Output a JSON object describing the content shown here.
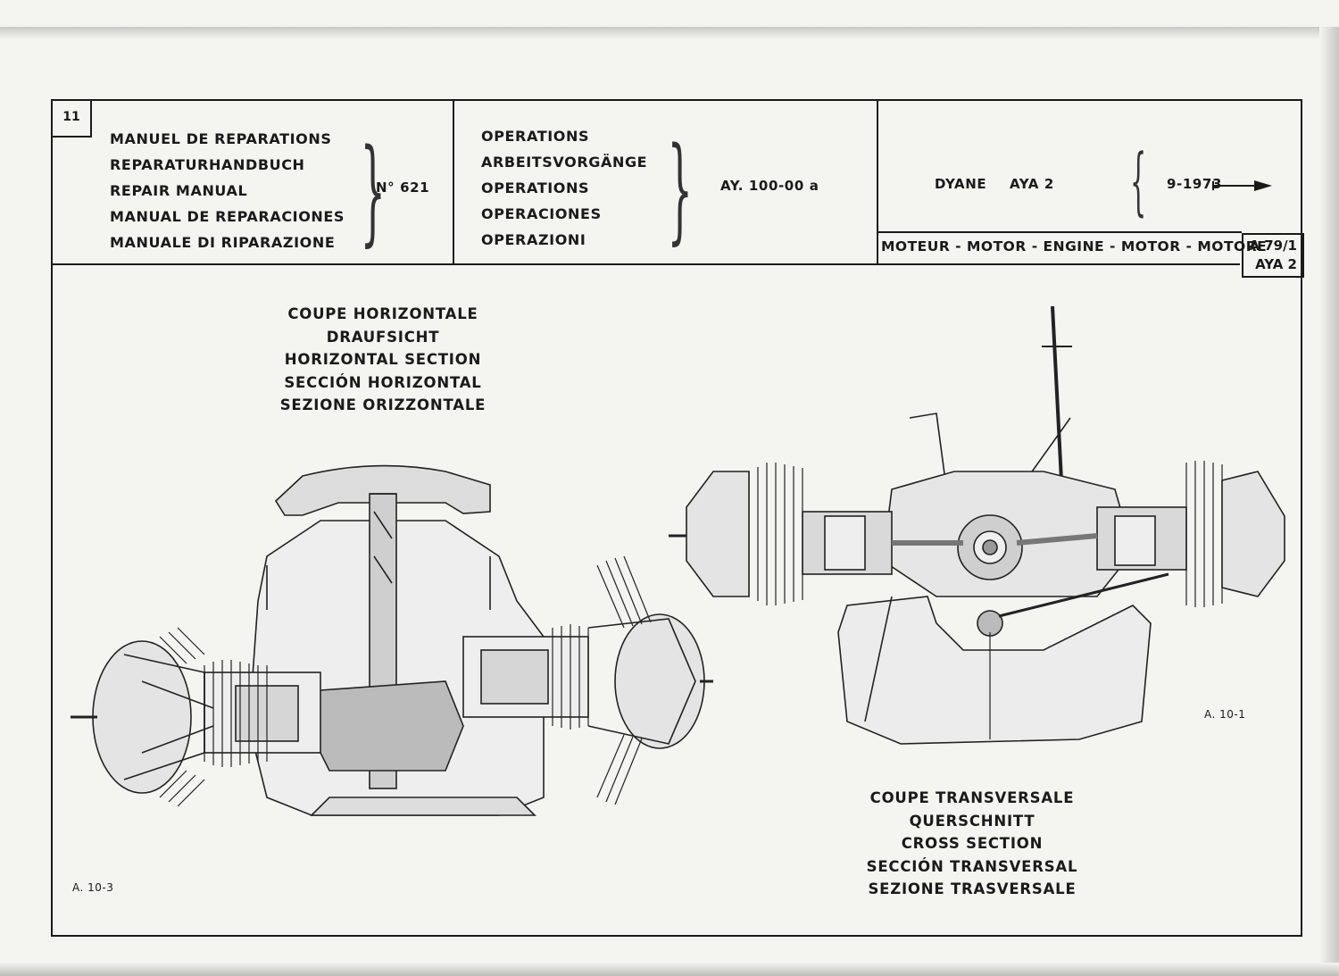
{
  "header": {
    "page_number": "11",
    "manual_titles": [
      "MANUEL DE REPARATIONS",
      "REPARATURHANDBUCH",
      "REPAIR MANUAL",
      "MANUAL DE REPARACIONES",
      "MANUALE DI RIPARAZIONE"
    ],
    "manual_number": "N° 621",
    "operations_titles": [
      "OPERATIONS",
      "ARBEITSVORGÄNGE",
      "OPERATIONS",
      "OPERACIONES",
      "OPERAZIONI"
    ],
    "operation_code": "AY. 100-00 a",
    "model": "DYANE",
    "engine_type": "AYA 2",
    "date_from": "9-1973",
    "section_title": "MOTEUR - MOTOR - ENGINE - MOTOR - MOTORE",
    "reference": "A 79/1",
    "reference_sub": "AYA 2"
  },
  "figures": {
    "horizontal": {
      "caption": [
        "COUPE HORIZONTALE",
        "DRAUFSICHT",
        "HORIZONTAL SECTION",
        "SECCIÓN HORIZONTAL",
        "SEZIONE ORIZZONTALE"
      ],
      "label": "A. 10-3"
    },
    "transverse": {
      "caption": [
        "COUPE TRANSVERSALE",
        "QUERSCHNITT",
        "CROSS SECTION",
        "SECCIÓN TRANSVERSAL",
        "SEZIONE TRASVERSALE"
      ],
      "label": "A. 10-1"
    }
  }
}
